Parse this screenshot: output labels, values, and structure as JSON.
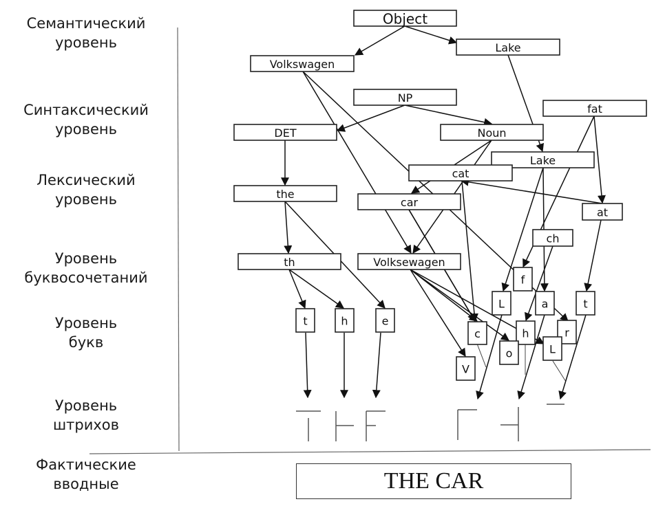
{
  "levels": [
    {
      "id": "semantic",
      "line1": "Семантический",
      "line2": "уровень"
    },
    {
      "id": "syntactic",
      "line1": "Синтаксический",
      "line2": "уровень"
    },
    {
      "id": "lexical",
      "line1": "Лексический",
      "line2": "уровень"
    },
    {
      "id": "letter-combinations",
      "line1": "Уровень",
      "line2": "буквосочетаний"
    },
    {
      "id": "letters",
      "line1": "Уровень",
      "line2": "букв"
    },
    {
      "id": "strokes",
      "line1": "Уровень",
      "line2": "штрихов"
    },
    {
      "id": "actual-input",
      "line1": "Фактические",
      "line2": "вводные"
    }
  ],
  "nodes": {
    "object": "Object",
    "volkswagen": "Volkswagen",
    "lake_sem": "Lake",
    "np": "NP",
    "det": "DET",
    "noun": "Noun",
    "fat": "fat",
    "lake_lex": "Lake",
    "cat": "cat",
    "the": "the",
    "car": "car",
    "at": "at",
    "ch": "ch",
    "th": "th",
    "volksewagen": "Volksewagen",
    "f": "f",
    "t1": "t",
    "h1": "h",
    "e": "e",
    "L1": "L",
    "a": "a",
    "t2": "t",
    "c": "c",
    "h2": "h",
    "r": "r",
    "o": "o",
    "L2": "L",
    "V": "V"
  },
  "edges": [
    [
      "object",
      "volkswagen"
    ],
    [
      "object",
      "lake_sem"
    ],
    [
      "lake_sem",
      "lake_lex"
    ],
    [
      "volkswagen",
      "volksewagen"
    ],
    [
      "volkswagen",
      "L2"
    ],
    [
      "np",
      "det"
    ],
    [
      "np",
      "noun"
    ],
    [
      "det",
      "the"
    ],
    [
      "noun",
      "car"
    ],
    [
      "noun",
      "volksewagen"
    ],
    [
      "fat",
      "f"
    ],
    [
      "fat",
      "at"
    ],
    [
      "at",
      "cat"
    ],
    [
      "at",
      "t2"
    ],
    [
      "lake_lex",
      "L1"
    ],
    [
      "lake_lex",
      "a"
    ],
    [
      "cat",
      "c"
    ],
    [
      "car",
      "r"
    ],
    [
      "the",
      "th"
    ],
    [
      "the",
      "e"
    ],
    [
      "th",
      "t1"
    ],
    [
      "th",
      "h1"
    ],
    [
      "ch",
      "h2"
    ],
    [
      "volksewagen",
      "V"
    ],
    [
      "volksewagen",
      "c"
    ],
    [
      "volksewagen",
      "o"
    ],
    [
      "volksewagen",
      "L2"
    ]
  ],
  "input": {
    "text": "THE CAR"
  }
}
